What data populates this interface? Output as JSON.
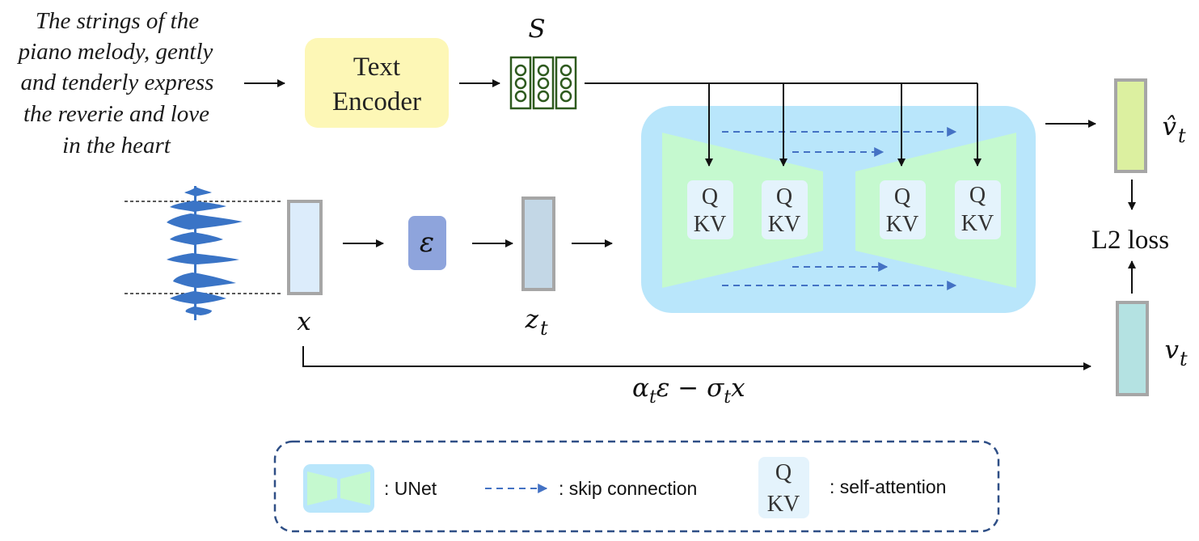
{
  "prompt": {
    "lines": [
      "The strings of the",
      "piano melody, gently",
      "and tenderly express",
      "the reverie and love",
      "in the heart"
    ]
  },
  "text_encoder": {
    "line1": "Text",
    "line2": "Encoder"
  },
  "labels": {
    "s": "S",
    "x": "x",
    "encoder_symbol": "ε",
    "z_base": "z",
    "z_sub": "t",
    "vhat_base": "v̂",
    "vhat_sub": "t",
    "v_base": "v",
    "v_sub": "t",
    "l2_loss": "L2 loss",
    "formula": {
      "alpha": "α",
      "alpha_sub": "t",
      "eps_minus": "ε − ",
      "sigma": "σ",
      "sigma_sub": "t",
      "x": "x"
    }
  },
  "attention_blocks": [
    {
      "q": "Q",
      "kv": "KV"
    },
    {
      "q": "Q",
      "kv": "KV"
    },
    {
      "q": "Q",
      "kv": "KV"
    },
    {
      "q": "Q",
      "kv": "KV"
    }
  ],
  "legend": {
    "unet": ": UNet",
    "skip": ": skip connection",
    "attn_q": "Q",
    "attn_kv": "KV",
    "attn": ": self-attention"
  },
  "colors": {
    "text_encoder_fill": "#fdf7b6",
    "unet_background": "#b9e6fb",
    "unet_body": "#c5f9cf",
    "attention_fill": "#e4f3fc",
    "encoder_fill": "#8ea4dc",
    "x_fill": "#dcecfb",
    "z_fill": "#c3d7e6",
    "vhat_fill": "#dcf0a0",
    "v_fill": "#b4e2e2",
    "skip_arrow": "#4472c4",
    "waveform": "#3a74c6",
    "legend_border": "#2f4f86"
  }
}
